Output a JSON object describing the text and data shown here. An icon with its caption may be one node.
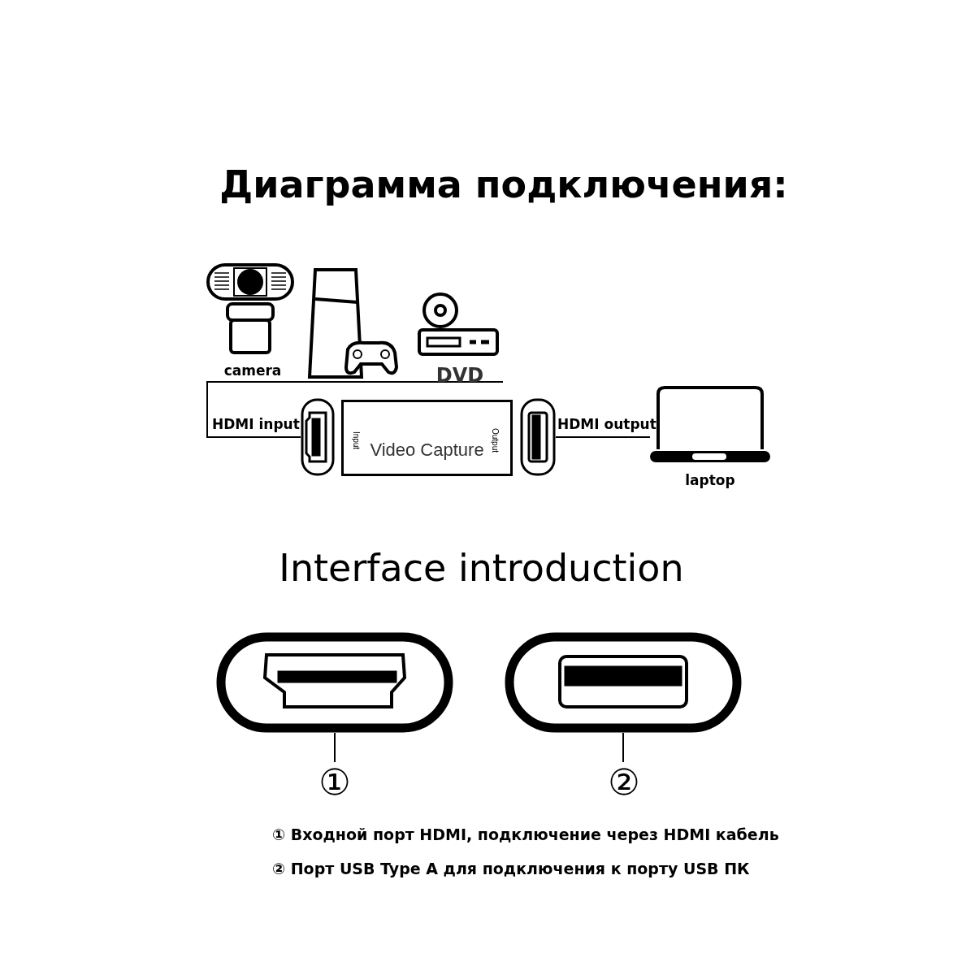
{
  "diagram": {
    "title": "Диаграмма подключения:",
    "nodes": [
      {
        "text": [
          "camera"
        ]
      },
      {
        "text": [],
        "shape": "picture"
      },
      {
        "text": [
          "DVD"
        ]
      },
      {
        "text": [],
        "shape": "box"
      },
      {
        "text": [
          "Input",
          "Video Capture",
          "Output"
        ]
      },
      {
        "text": [],
        "shape": "box"
      },
      {
        "text": [
          "laptop"
        ]
      },
      {
        "text": [],
        "shape": "box"
      },
      {
        "text": [],
        "shape": "box"
      },
      {
        "text": [
          "①"
        ]
      },
      {
        "text": [
          "②"
        ]
      }
    ],
    "edges": [
      {
        "from": 0,
        "to": 3,
        "arrow": "none",
        "label": "HDMI input"
      },
      {
        "from": 1,
        "to": 3,
        "arrow": "none"
      },
      {
        "from": 2,
        "to": 3,
        "arrow": "none"
      },
      {
        "from": 5,
        "to": 6,
        "arrow": "none",
        "label": "HDMI output"
      },
      {
        "from": 9,
        "to": 7,
        "arrow": "none"
      },
      {
        "from": 10,
        "to": 8,
        "arrow": "none"
      }
    ],
    "labels": [
      "Interface introduction",
      "① Входной порт HDMI, подключение через HDMI кабель",
      "② Порт USB Type A для подключения к порту USB ПК"
    ]
  }
}
